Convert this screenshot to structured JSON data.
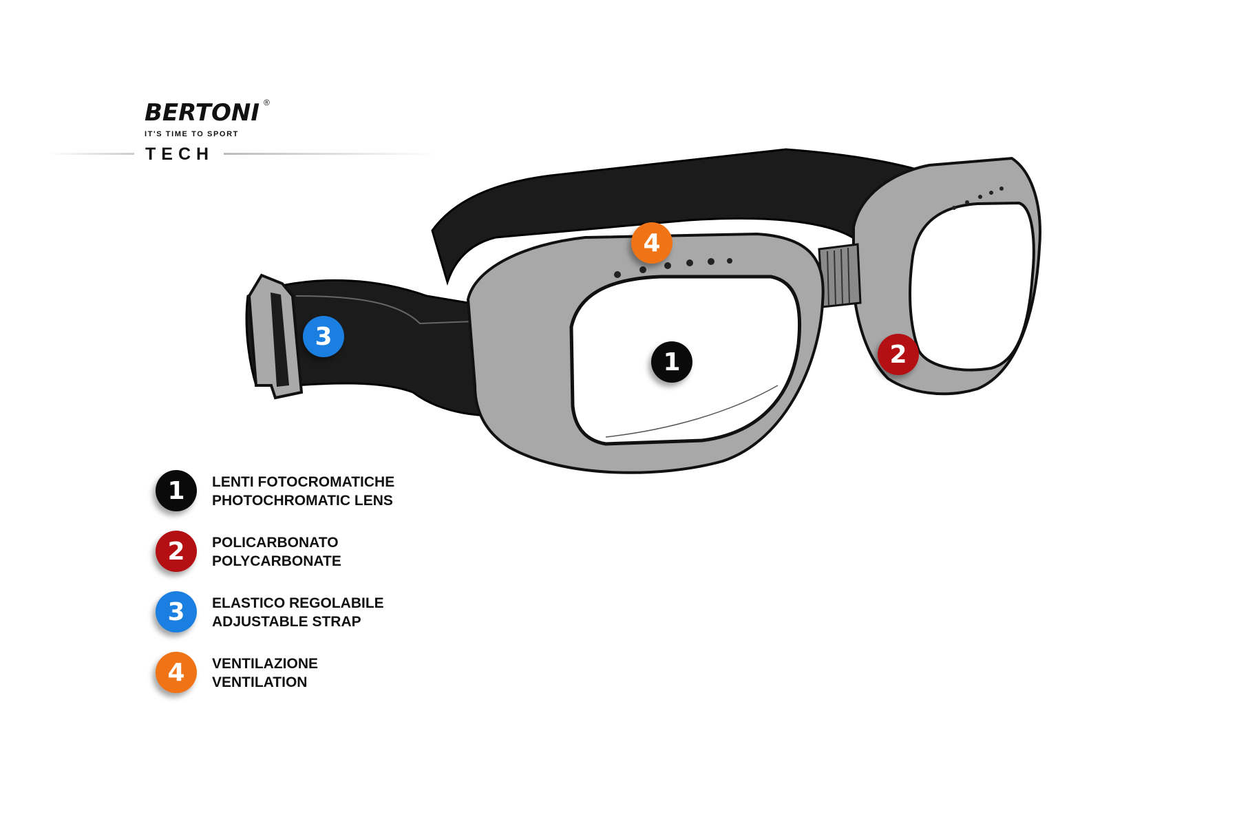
{
  "brand": {
    "name": "BERTONI",
    "registered": "®",
    "tagline": "IT'S TIME TO SPORT",
    "section": "TECH"
  },
  "colors": {
    "black": "#0a0a0a",
    "red": "#b40f12",
    "blue": "#1a7fe0",
    "orange": "#f07316"
  },
  "features": [
    {
      "number": "1",
      "color": "#0a0a0a",
      "it": "LENTI FOTOCROMATICHE",
      "en": "PHOTOCHROMATIC LENS"
    },
    {
      "number": "2",
      "color": "#b40f12",
      "it": "POLICARBONATO",
      "en": "POLYCARBONATE"
    },
    {
      "number": "3",
      "color": "#1a7fe0",
      "it": "ELASTICO REGOLABILE",
      "en": "ADJUSTABLE STRAP"
    },
    {
      "number": "4",
      "color": "#f07316",
      "it": "VENTILAZIONE",
      "en": "VENTILATION"
    }
  ]
}
